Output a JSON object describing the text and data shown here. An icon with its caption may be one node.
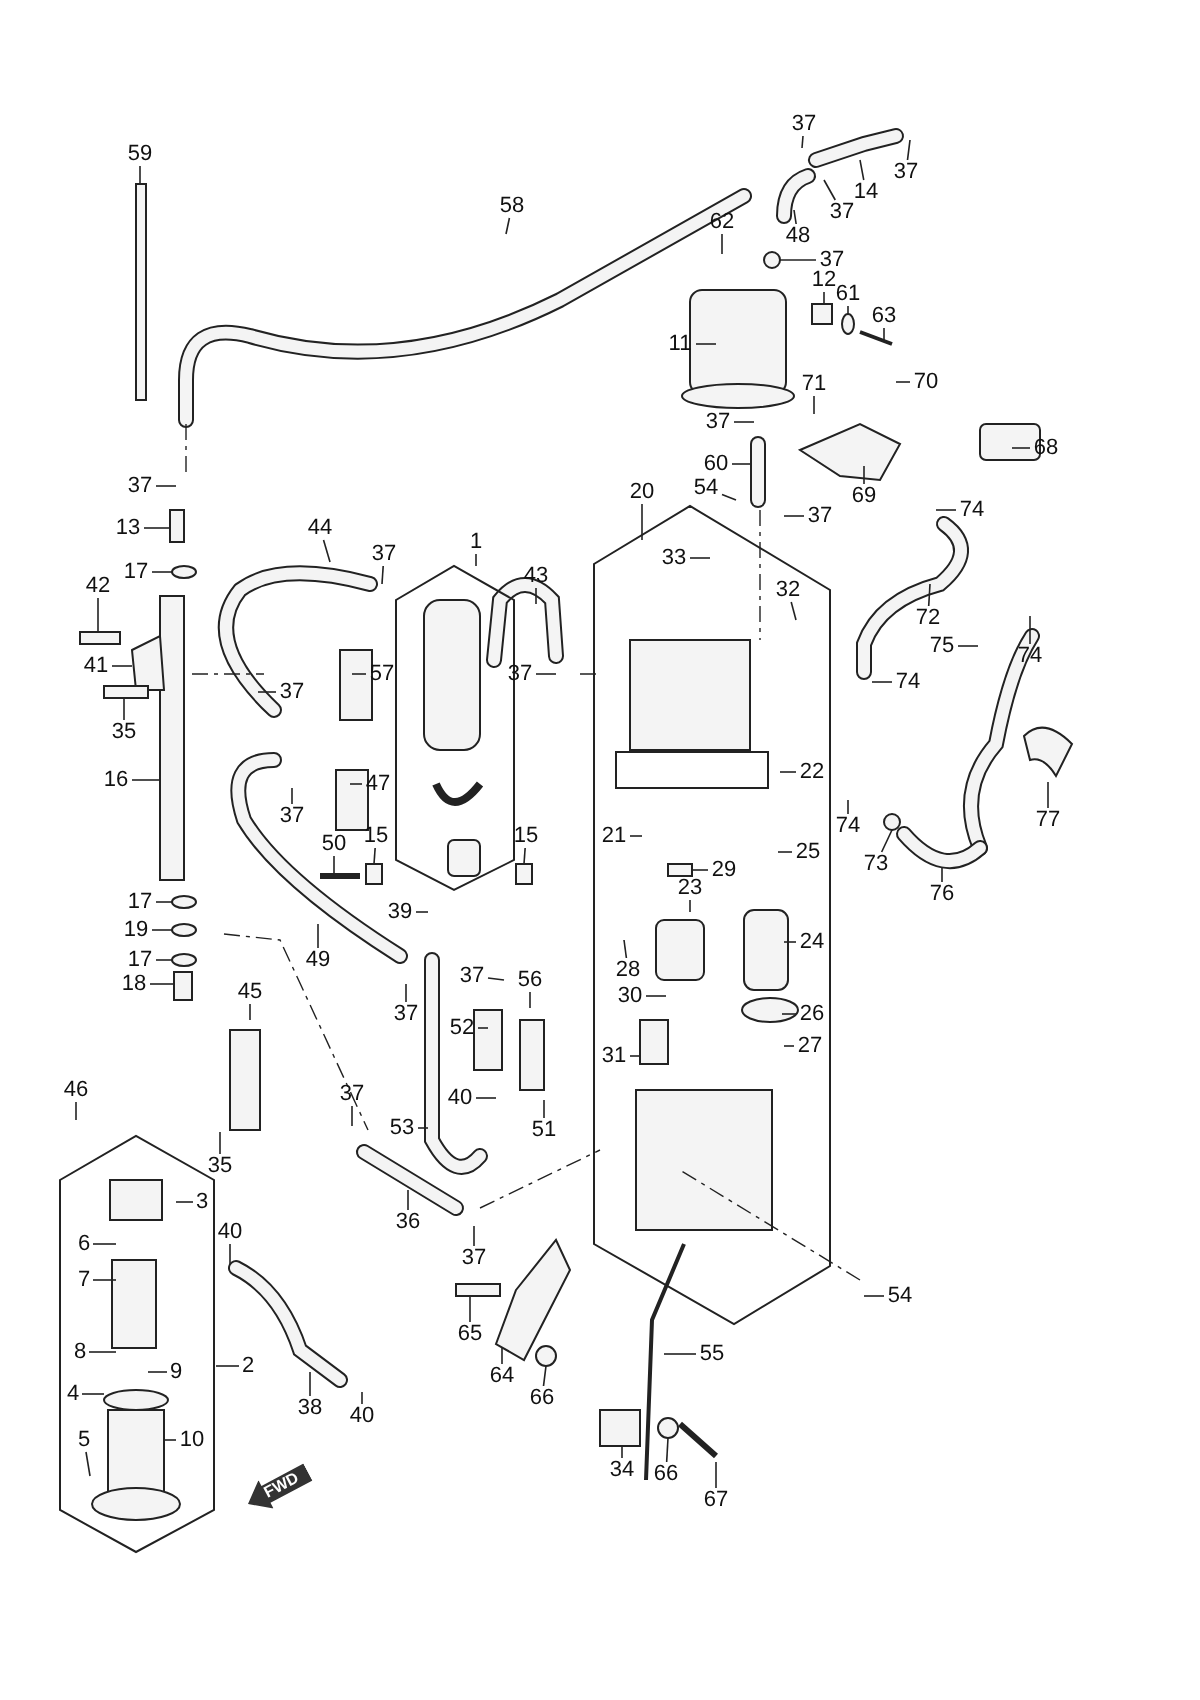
{
  "diagram": {
    "nodes": [
      {
        "text": [],
        "shape": "hexagon"
      },
      {
        "text": [],
        "shape": "hexagon"
      },
      {
        "text": [],
        "shape": "hexagon"
      },
      {
        "text": [
          "59"
        ]
      },
      {
        "text": [
          "37"
        ]
      },
      {
        "text": [
          "37"
        ]
      },
      {
        "text": [
          "14"
        ]
      },
      {
        "text": [
          "58"
        ]
      },
      {
        "text": [
          "37"
        ]
      },
      {
        "text": [
          "62"
        ]
      },
      {
        "text": [
          "48"
        ]
      },
      {
        "text": [
          "37"
        ]
      },
      {
        "text": [
          "12"
        ]
      },
      {
        "text": [
          "61"
        ]
      },
      {
        "text": [
          "63"
        ]
      },
      {
        "text": [
          "11"
        ]
      },
      {
        "text": [
          "70"
        ]
      },
      {
        "text": [
          "71"
        ]
      },
      {
        "text": [
          "37"
        ]
      },
      {
        "text": [
          "68"
        ]
      },
      {
        "text": [
          "60"
        ]
      },
      {
        "text": [
          "37"
        ]
      },
      {
        "text": [
          "54"
        ]
      },
      {
        "text": [
          "69"
        ]
      },
      {
        "text": [
          "20"
        ]
      },
      {
        "text": [
          "74"
        ]
      },
      {
        "text": [
          "37"
        ]
      },
      {
        "text": [
          "13"
        ]
      },
      {
        "text": [
          "44"
        ]
      },
      {
        "text": [
          "1"
        ]
      },
      {
        "text": [
          "37"
        ]
      },
      {
        "text": [
          "33"
        ],
        "in": 1
      },
      {
        "text": [
          "17"
        ]
      },
      {
        "text": [
          "43"
        ]
      },
      {
        "text": [
          "42"
        ]
      },
      {
        "text": [
          "32"
        ],
        "in": 1
      },
      {
        "text": [
          "72"
        ]
      },
      {
        "text": [
          "75"
        ]
      },
      {
        "text": [
          "74"
        ]
      },
      {
        "text": [
          "41"
        ]
      },
      {
        "text": [
          "57"
        ]
      },
      {
        "text": [
          "37"
        ]
      },
      {
        "text": [
          "37"
        ]
      },
      {
        "text": [
          "74"
        ]
      },
      {
        "text": [
          "35"
        ]
      },
      {
        "text": [
          "22"
        ],
        "in": 1
      },
      {
        "text": [
          "16"
        ]
      },
      {
        "text": [
          "47"
        ]
      },
      {
        "text": [
          "77"
        ]
      },
      {
        "text": [
          "37"
        ]
      },
      {
        "text": [
          "74"
        ]
      },
      {
        "text": [
          "21"
        ],
        "in": 1
      },
      {
        "text": [
          "15"
        ]
      },
      {
        "text": [
          "15"
        ]
      },
      {
        "text": [
          "50"
        ]
      },
      {
        "text": [
          "73"
        ]
      },
      {
        "text": [
          "25"
        ],
        "in": 1
      },
      {
        "text": [
          "29"
        ],
        "in": 1
      },
      {
        "text": [
          "76"
        ]
      },
      {
        "text": [
          "23"
        ],
        "in": 1
      },
      {
        "text": [
          "17"
        ]
      },
      {
        "text": [
          "39"
        ]
      },
      {
        "text": [
          "19"
        ]
      },
      {
        "text": [
          "24"
        ],
        "in": 1
      },
      {
        "text": [
          "17"
        ]
      },
      {
        "text": [
          "49"
        ]
      },
      {
        "text": [
          "28"
        ],
        "in": 1
      },
      {
        "text": [
          "37"
        ]
      },
      {
        "text": [
          "56"
        ]
      },
      {
        "text": [
          "18"
        ]
      },
      {
        "text": [
          "45"
        ]
      },
      {
        "text": [
          "30"
        ],
        "in": 1
      },
      {
        "text": [
          "37"
        ]
      },
      {
        "text": [
          "26"
        ],
        "in": 1
      },
      {
        "text": [
          "52"
        ]
      },
      {
        "text": [
          "27"
        ],
        "in": 1
      },
      {
        "text": [
          "31"
        ],
        "in": 1
      },
      {
        "text": [
          "46"
        ]
      },
      {
        "text": [
          "37"
        ]
      },
      {
        "text": [
          "40"
        ]
      },
      {
        "text": [
          "53"
        ]
      },
      {
        "text": [
          "51"
        ]
      },
      {
        "text": [
          "35"
        ]
      },
      {
        "text": [
          "3"
        ],
        "in": 2
      },
      {
        "text": [
          "36"
        ]
      },
      {
        "text": [
          "40"
        ]
      },
      {
        "text": [
          "6"
        ],
        "in": 2
      },
      {
        "text": [
          "37"
        ]
      },
      {
        "text": [
          "7"
        ],
        "in": 2
      },
      {
        "text": [
          "54"
        ]
      },
      {
        "text": [
          "65"
        ]
      },
      {
        "text": [
          "8"
        ],
        "in": 2
      },
      {
        "text": [
          "55"
        ]
      },
      {
        "text": [
          "2"
        ]
      },
      {
        "text": [
          "9"
        ],
        "in": 2
      },
      {
        "text": [
          "64"
        ]
      },
      {
        "text": [
          "4"
        ],
        "in": 2
      },
      {
        "text": [
          "66"
        ]
      },
      {
        "text": [
          "38"
        ]
      },
      {
        "text": [
          "40"
        ]
      },
      {
        "text": [
          "10"
        ],
        "in": 2
      },
      {
        "text": [
          "5"
        ],
        "in": 2
      },
      {
        "text": [
          "34"
        ]
      },
      {
        "text": [
          "66"
        ]
      },
      {
        "text": [
          "67"
        ]
      },
      {
        "text": [],
        "shape": "bar"
      },
      {
        "text": [],
        "shape": "circle"
      },
      {
        "text": [],
        "shape": "box"
      },
      {
        "text": [],
        "shape": "circle"
      },
      {
        "text": [],
        "shape": "box"
      },
      {
        "text": [],
        "shape": "circle"
      },
      {
        "text": [],
        "shape": "box"
      },
      {
        "text": [],
        "shape": "box"
      },
      {
        "text": [],
        "shape": "box"
      },
      {
        "text": [],
        "shape": "box"
      },
      {
        "text": [],
        "shape": "circle"
      },
      {
        "text": [],
        "shape": "box",
        "in": 1
      },
      {
        "text": [],
        "shape": "picture"
      },
      {
        "text": [],
        "shape": "circle"
      },
      {
        "text": [],
        "shape": "circle"
      },
      {
        "text": [],
        "shape": "circle"
      },
      {
        "text": [],
        "shape": "box"
      },
      {
        "text": [],
        "shape": "box",
        "in": 1
      },
      {
        "text": [],
        "shape": "box"
      },
      {
        "text": [],
        "shape": "picture"
      },
      {
        "text": [],
        "shape": "circle"
      },
      {
        "text": [],
        "shape": "box"
      },
      {
        "text": [],
        "shape": "circle"
      }
    ],
    "edges": [
      {
        "from": 3,
        "to": 105,
        "arrow": "none"
      },
      {
        "from": 4,
        "to": null,
        "arrow": "none"
      },
      {
        "from": 5,
        "to": null,
        "arrow": "none"
      },
      {
        "from": 6,
        "to": null,
        "arrow": "none"
      },
      {
        "from": 7,
        "to": null,
        "arrow": "none"
      },
      {
        "from": 8,
        "to": null,
        "arrow": "none"
      },
      {
        "from": 9,
        "to": null,
        "arrow": "none"
      },
      {
        "from": 10,
        "to": null,
        "arrow": "none"
      },
      {
        "from": 11,
        "to": 106,
        "arrow": "none"
      },
      {
        "from": 12,
        "to": 107,
        "arrow": "none"
      },
      {
        "from": 13,
        "to": 108,
        "arrow": "none"
      },
      {
        "from": 14,
        "to": null,
        "arrow": "none"
      },
      {
        "from": 15,
        "to": null,
        "arrow": "none"
      },
      {
        "from": 16,
        "to": null,
        "arrow": "none"
      },
      {
        "from": 17,
        "to": null,
        "arrow": "none"
      },
      {
        "from": 18,
        "to": null,
        "arrow": "none"
      },
      {
        "from": 19,
        "to": null,
        "arrow": "none"
      },
      {
        "from": 20,
        "to": null,
        "arrow": "none"
      },
      {
        "from": 21,
        "to": null,
        "arrow": "none"
      },
      {
        "from": 22,
        "to": null,
        "arrow": "none"
      },
      {
        "from": 23,
        "to": null,
        "arrow": "none"
      },
      {
        "from": 24,
        "to": 1,
        "arrow": "none"
      },
      {
        "from": 25,
        "to": null,
        "arrow": "none"
      },
      {
        "from": 26,
        "to": null,
        "arrow": "none"
      },
      {
        "from": 27,
        "to": 109,
        "arrow": "none"
      },
      {
        "from": 28,
        "to": null,
        "arrow": "none"
      },
      {
        "from": 29,
        "to": 0,
        "arrow": "none"
      },
      {
        "from": 30,
        "to": null,
        "arrow": "none"
      },
      {
        "from": 31,
        "to": null,
        "arrow": "none"
      },
      {
        "from": 32,
        "to": 110,
        "arrow": "none"
      },
      {
        "from": 33,
        "to": null,
        "arrow": "none"
      },
      {
        "from": 34,
        "to": 111,
        "arrow": "none"
      },
      {
        "from": 35,
        "to": null,
        "arrow": "none"
      },
      {
        "from": 36,
        "to": null,
        "arrow": "none"
      },
      {
        "from": 37,
        "to": null,
        "arrow": "none"
      },
      {
        "from": 38,
        "to": null,
        "arrow": "none"
      },
      {
        "from": 39,
        "to": null,
        "arrow": "none"
      },
      {
        "from": 40,
        "to": null,
        "arrow": "none"
      },
      {
        "from": 41,
        "to": null,
        "arrow": "none"
      },
      {
        "from": 42,
        "to": null,
        "arrow": "none"
      },
      {
        "from": 43,
        "to": null,
        "arrow": "none"
      },
      {
        "from": 44,
        "to": 112,
        "arrow": "none"
      },
      {
        "from": 45,
        "to": null,
        "arrow": "none"
      },
      {
        "from": 46,
        "to": null,
        "arrow": "none"
      },
      {
        "from": 47,
        "to": null,
        "arrow": "none"
      },
      {
        "from": 48,
        "to": null,
        "arrow": "none"
      },
      {
        "from": 49,
        "to": null,
        "arrow": "none"
      },
      {
        "from": 50,
        "to": null,
        "arrow": "none"
      },
      {
        "from": 51,
        "to": null,
        "arrow": "none"
      },
      {
        "from": 52,
        "to": 113,
        "arrow": "none"
      },
      {
        "from": 53,
        "to": 114,
        "arrow": "none"
      },
      {
        "from": 54,
        "to": null,
        "arrow": "none"
      },
      {
        "from": 55,
        "to": 115,
        "arrow": "none"
      },
      {
        "from": 56,
        "to": null,
        "arrow": "none"
      },
      {
        "from": 57,
        "to": 116,
        "arrow": "none"
      },
      {
        "from": 58,
        "to": 117,
        "arrow": "none"
      },
      {
        "from": 59,
        "to": null,
        "arrow": "none"
      },
      {
        "from": 60,
        "to": 118,
        "arrow": "none"
      },
      {
        "from": 61,
        "to": null,
        "arrow": "none"
      },
      {
        "from": 62,
        "to": 119,
        "arrow": "none"
      },
      {
        "from": 63,
        "to": null,
        "arrow": "none"
      },
      {
        "from": 64,
        "to": 120,
        "arrow": "none"
      },
      {
        "from": 65,
        "to": null,
        "arrow": "none"
      },
      {
        "from": 66,
        "to": null,
        "arrow": "none"
      },
      {
        "from": 67,
        "to": null,
        "arrow": "none"
      },
      {
        "from": 68,
        "to": null,
        "arrow": "none"
      },
      {
        "from": 69,
        "to": 121,
        "arrow": "none"
      },
      {
        "from": 70,
        "to": null,
        "arrow": "none"
      },
      {
        "from": 71,
        "to": null,
        "arrow": "none"
      },
      {
        "from": 72,
        "to": null,
        "arrow": "none"
      },
      {
        "from": 73,
        "to": null,
        "arrow": "none"
      },
      {
        "from": 74,
        "to": null,
        "arrow": "none"
      },
      {
        "from": 75,
        "to": null,
        "arrow": "none"
      },
      {
        "from": 76,
        "to": 122,
        "arrow": "none"
      },
      {
        "from": 77,
        "to": null,
        "arrow": "none"
      },
      {
        "from": 78,
        "to": null,
        "arrow": "none"
      },
      {
        "from": 79,
        "to": null,
        "arrow": "none"
      },
      {
        "from": 80,
        "to": null,
        "arrow": "none"
      },
      {
        "from": 81,
        "to": null,
        "arrow": "none"
      },
      {
        "from": 82,
        "to": null,
        "arrow": "none"
      },
      {
        "from": 83,
        "to": null,
        "arrow": "none"
      },
      {
        "from": 84,
        "to": null,
        "arrow": "none"
      },
      {
        "from": 85,
        "to": null,
        "arrow": "none"
      },
      {
        "from": 86,
        "to": null,
        "arrow": "none"
      },
      {
        "from": 87,
        "to": null,
        "arrow": "none"
      },
      {
        "from": 88,
        "to": null,
        "arrow": "none"
      },
      {
        "from": 89,
        "to": null,
        "arrow": "none"
      },
      {
        "from": 90,
        "to": 123,
        "arrow": "none"
      },
      {
        "from": 91,
        "to": null,
        "arrow": "none"
      },
      {
        "from": 92,
        "to": null,
        "arrow": "none"
      },
      {
        "from": 93,
        "to": 2,
        "arrow": "none"
      },
      {
        "from": 94,
        "to": null,
        "arrow": "none"
      },
      {
        "from": 95,
        "to": 124,
        "arrow": "none"
      },
      {
        "from": 96,
        "to": null,
        "arrow": "none"
      },
      {
        "from": 97,
        "to": 125,
        "arrow": "none"
      },
      {
        "from": 98,
        "to": null,
        "arrow": "none"
      },
      {
        "from": 99,
        "to": null,
        "arrow": "none"
      },
      {
        "from": 100,
        "to": null,
        "arrow": "none"
      },
      {
        "from": 101,
        "to": null,
        "arrow": "none"
      },
      {
        "from": 102,
        "to": 126,
        "arrow": "none"
      },
      {
        "from": 103,
        "to": 127,
        "arrow": "none"
      },
      {
        "from": 104,
        "to": null,
        "arrow": "none"
      }
    ],
    "labels": [
      "FWD"
    ]
  }
}
